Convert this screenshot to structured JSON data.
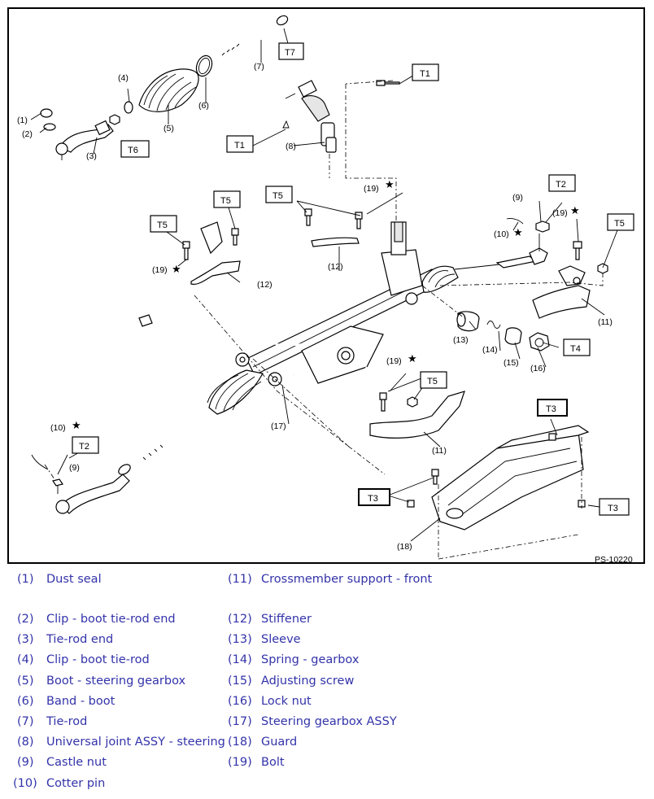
{
  "diagram": {
    "ref_code": "PS-10220",
    "part_labels": [
      "(1)",
      "(2)",
      "(3)",
      "(4)",
      "(5)",
      "(6)",
      "(7)",
      "(8)",
      "(9)",
      "(10)",
      "(11)",
      "(12)",
      "(13)",
      "(14)",
      "(15)",
      "(16)",
      "(17)",
      "(18)",
      "(19)"
    ],
    "torque_labels": [
      "T1",
      "T2",
      "T3",
      "T4",
      "T5",
      "T6",
      "T7"
    ],
    "star": "★"
  },
  "legend": [
    {
      "num": "(1)",
      "name": "Dust seal"
    },
    {
      "num": "(2)",
      "name": "Clip - boot tie-rod end"
    },
    {
      "num": "(3)",
      "name": "Tie-rod end"
    },
    {
      "num": "(4)",
      "name": "Clip - boot tie-rod"
    },
    {
      "num": "(5)",
      "name": "Boot - steering gearbox"
    },
    {
      "num": "(6)",
      "name": "Band - boot"
    },
    {
      "num": "(7)",
      "name": "Tie-rod"
    },
    {
      "num": "(8)",
      "name": "Universal joint ASSY - steering"
    },
    {
      "num": "(9)",
      "name": "Castle nut"
    },
    {
      "num": "(10)",
      "name": "Cotter pin"
    },
    {
      "num": "(11)",
      "name": "Crossmember support - front"
    },
    {
      "num": "(12)",
      "name": "Stiffener"
    },
    {
      "num": "(13)",
      "name": "Sleeve"
    },
    {
      "num": "(14)",
      "name": "Spring - gearbox"
    },
    {
      "num": "(15)",
      "name": "Adjusting screw"
    },
    {
      "num": "(16)",
      "name": "Lock nut"
    },
    {
      "num": "(17)",
      "name": "Steering gearbox ASSY"
    },
    {
      "num": "(18)",
      "name": "Guard"
    },
    {
      "num": "(19)",
      "name": "Bolt"
    }
  ]
}
